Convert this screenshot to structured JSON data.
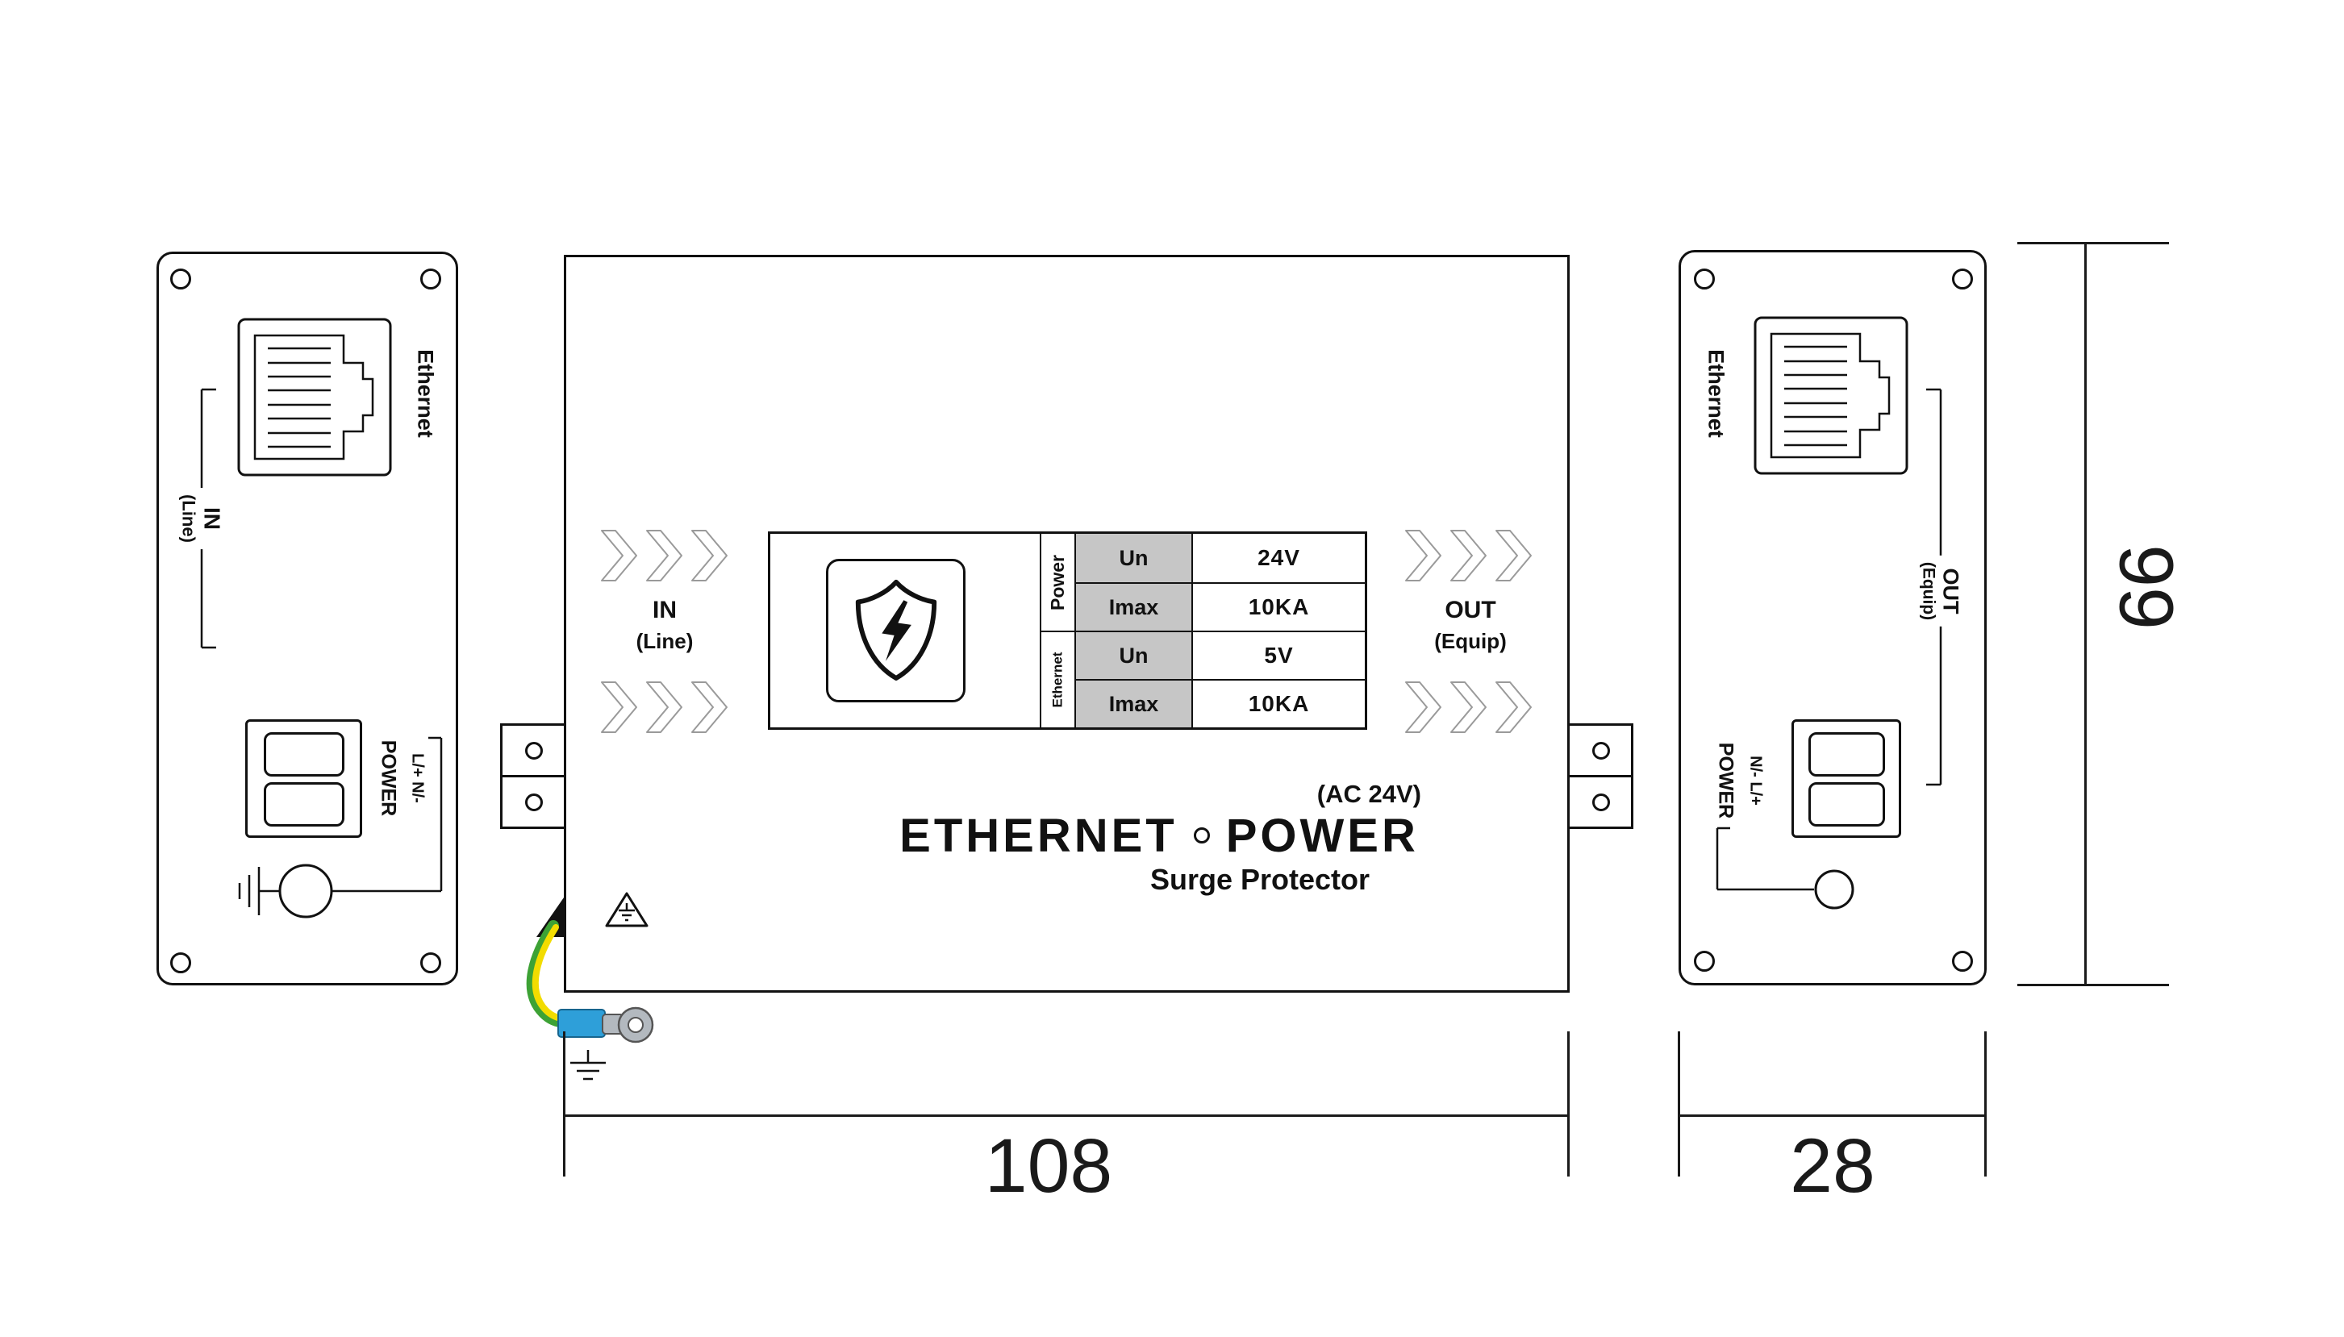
{
  "drawing": {
    "product": {
      "brand_left": "ETHERNET",
      "brand_right": "POWER",
      "subtitle": "Surge Protector",
      "ac_rating": "(AC 24V)"
    },
    "main_view": {
      "in_label": "IN",
      "in_sub": "(Line)",
      "out_label": "OUT",
      "out_sub": "(Equip)"
    },
    "spec_table": {
      "groups": [
        {
          "label": "Power"
        },
        {
          "label": "Ethernet"
        }
      ],
      "rows": [
        {
          "param": "Un",
          "value": "24V"
        },
        {
          "param": "Imax",
          "value": "10KA"
        },
        {
          "param": "Un",
          "value": "5V"
        },
        {
          "param": "Imax",
          "value": "10KA"
        }
      ]
    },
    "left_panel": {
      "ethernet_label": "Ethernet",
      "in_label": "IN",
      "in_sub": "(Line)",
      "power_label": "POWER",
      "terminal_marking": "L/+  N/-"
    },
    "right_panel": {
      "ethernet_label": "Ethernet",
      "out_label": "OUT",
      "out_sub": "(Equip)",
      "power_label": "POWER",
      "terminal_marking": "N/-  L/+"
    },
    "dimensions": {
      "main_width": "108",
      "side_width": "28",
      "height": "99"
    },
    "colors": {
      "wire_yellow": "#f2dc00",
      "wire_green": "#3da235",
      "ferrule_blue": "#2e9fd9",
      "terminal_gray": "#b3b9bf",
      "table_cell_gray": "#c6c6c6"
    }
  }
}
